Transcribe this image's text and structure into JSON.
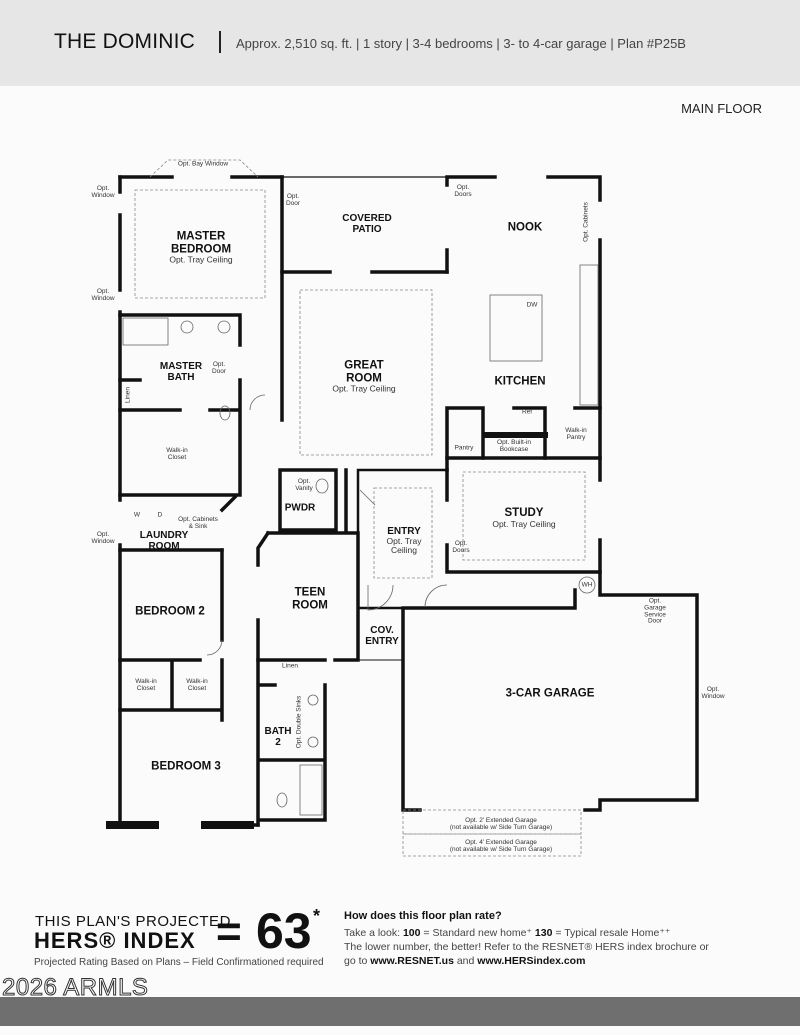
{
  "header": {
    "title": "THE DOMINIC",
    "subtitle": "Approx. 2,510 sq. ft. | 1 story | 3-4 bedrooms | 3- to 4-car garage | Plan #P25B"
  },
  "floor_label": "MAIN FLOOR",
  "rooms": {
    "master_bedroom": {
      "name": "MASTER\nBEDROOM",
      "note": "Opt. Tray Ceiling"
    },
    "covered_patio": {
      "name": "COVERED\nPATIO"
    },
    "nook": {
      "name": "NOOK"
    },
    "great_room": {
      "name": "GREAT\nROOM",
      "note": "Opt. Tray Ceiling"
    },
    "kitchen": {
      "name": "KITCHEN"
    },
    "master_bath": {
      "name": "MASTER\nBATH"
    },
    "study": {
      "name": "STUDY",
      "note": "Opt. Tray Ceiling"
    },
    "laundry": {
      "name": "LAUNDRY\nROOM"
    },
    "pwdr": {
      "name": "PWDR"
    },
    "entry": {
      "name": "ENTRY",
      "note": "Opt. Tray\nCeiling"
    },
    "bedroom2": {
      "name": "BEDROOM 2"
    },
    "teen_room": {
      "name": "TEEN\nROOM"
    },
    "cov_entry": {
      "name": "COV.\nENTRY"
    },
    "garage": {
      "name": "3-CAR GARAGE"
    },
    "bath2": {
      "name": "BATH\n2"
    },
    "bedroom3": {
      "name": "BEDROOM 3"
    }
  },
  "notes": {
    "bay_window": "Opt. Bay Window",
    "window_top": "Opt.\nWindow",
    "window_mid": "Opt.\nWindow",
    "door_master": "Opt.\nDoor",
    "doors_nook": "Opt.\nDoors",
    "cabinets_nook": "Opt. Cabinets",
    "dw": "DW",
    "ref": "Ref",
    "door_bath": "Opt.\nDoor",
    "linen_master": "Linen",
    "walkin_master": "Walk-in\nCloset",
    "pantry": "Pantry",
    "bookcase": "Opt. Built-in\nBookcase",
    "walkin_pantry": "Walk-in\nPantry",
    "vanity": "Opt.\nVanity",
    "washer": "W",
    "dryer": "D",
    "cabinets_sink": "Opt. Cabinets\n& Sink",
    "window_laundry": "Opt.\nWindow",
    "doors_study": "Opt.\nDoors",
    "wh": "WH",
    "garage_door": "Opt.\nGarage\nService\nDoor",
    "garage_window": "Opt.\nWindow",
    "walkin_b2": "Walk-in\nCloset",
    "walkin_b3": "Walk-in\nCloset",
    "linen_bath2": "Linen",
    "double_sinks": "Opt. Double Sinks",
    "ext_2ft": "Opt. 2' Extended Garage\n(not available w/ Side Turn Garage)",
    "ext_4ft": "Opt. 4' Extended Garage\n(not available w/ Side Turn Garage)"
  },
  "hers": {
    "line1": "THIS PLAN'S PROJECTED",
    "line2": "HERS® INDEX",
    "equals": "=",
    "value": "63",
    "asterisk": "*",
    "caption": "Projected Rating Based on Plans – Field Confirmationed required"
  },
  "rating": {
    "question": "How does this floor plan rate?",
    "line1_prefix": "Take a look: ",
    "val1": "100",
    "line1_mid": " = Standard new home⁺ ",
    "val2": "130",
    "line1_suffix": " = Typical resale Home⁺⁺",
    "line2": "The lower number, the better! Refer to the RESNET® HERS index brochure or",
    "line3_prefix": "go to ",
    "link1": "www.RESNET.us",
    "line3_mid": " and ",
    "link2": "www.HERSindex.com"
  },
  "watermark": "2026 ARMLS",
  "colors": {
    "wall": "#111111",
    "header_bg": "#e6e6e6",
    "footer_bar": "#6f6f6f"
  }
}
